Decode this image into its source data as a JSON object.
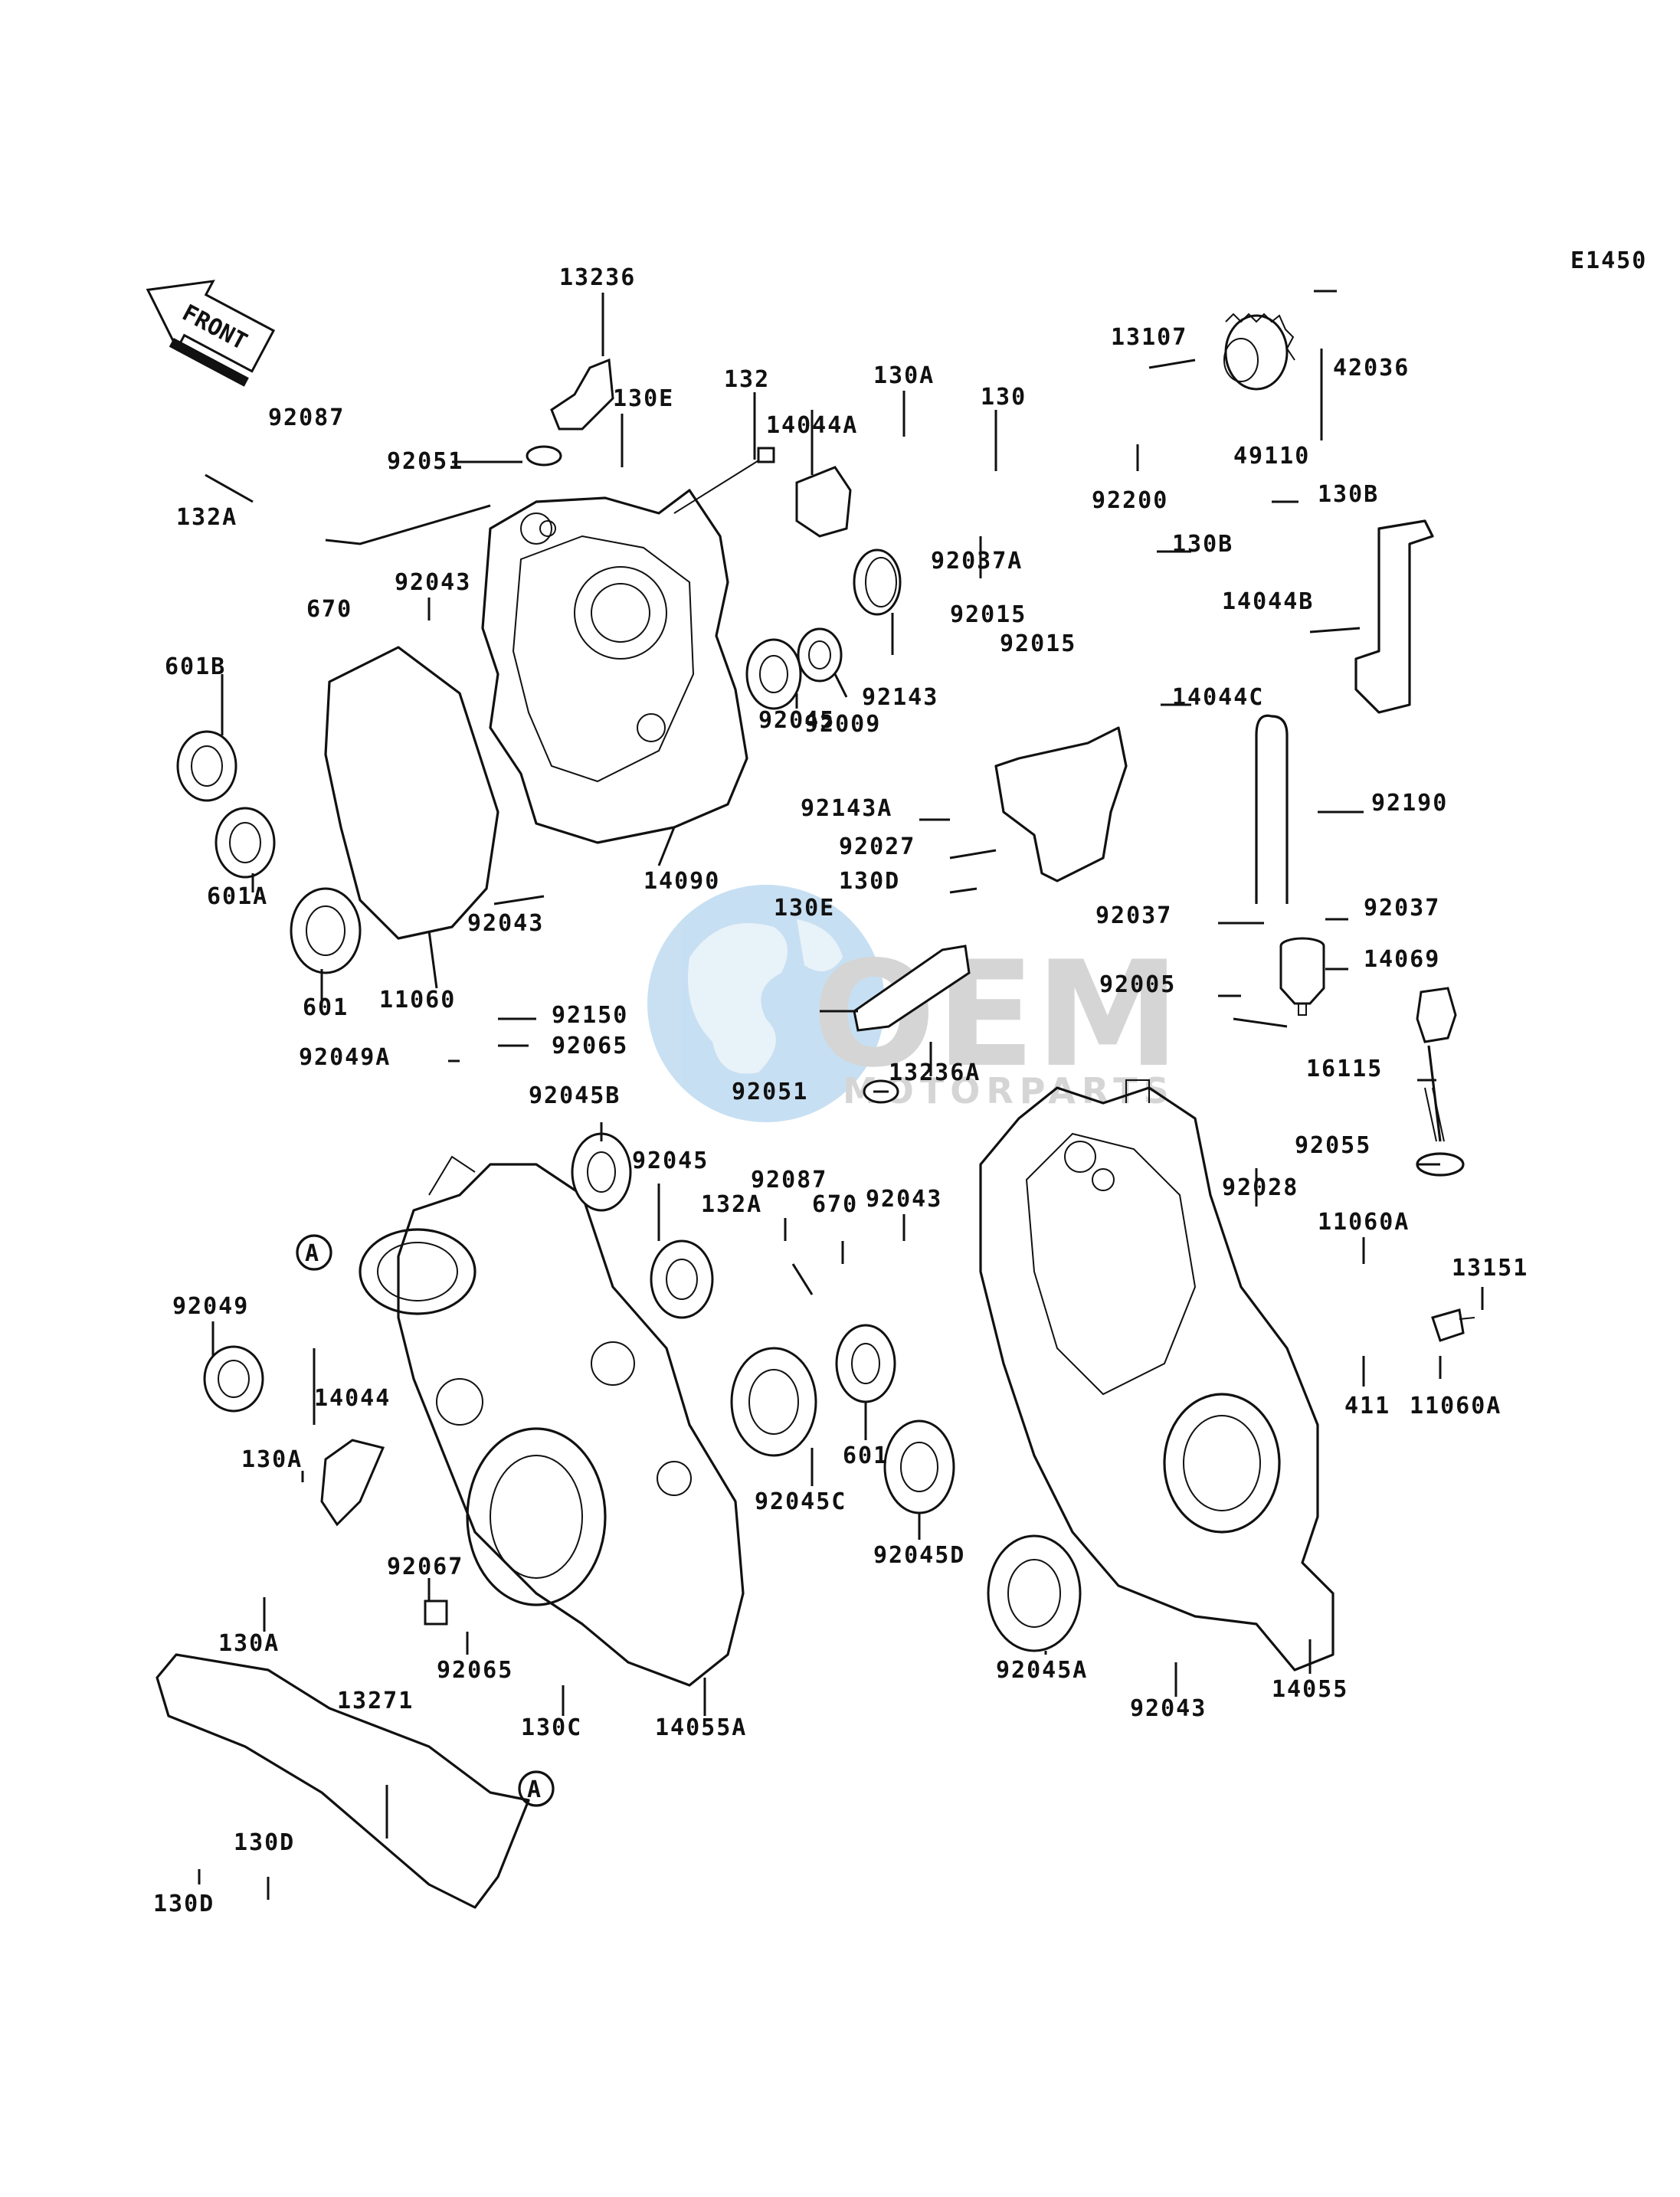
{
  "diagram_code": "E1450",
  "front_label": "FRONT",
  "callout_a": "A",
  "watermark": {
    "brand": "OEM",
    "sub": "MOTORPARTS",
    "color": "#3a8fd1"
  },
  "colors": {
    "ink": "#111111",
    "background": "#ffffff"
  },
  "labels": {
    "l13236": "13236",
    "l92087a": "92087",
    "l92051a": "92051",
    "l130e_a": "130E",
    "l132": "132",
    "l130a_top": "130A",
    "l14044a": "14044A",
    "l130": "130",
    "l132a_a": "132A",
    "l670a": "670",
    "l92043a": "92043",
    "l92037a": "92037A",
    "l601b": "601B",
    "l601a": "601A",
    "l601a_b": "601",
    "l11060": "11060",
    "l92043b": "92043",
    "l14090": "14090",
    "l92045a": "92045",
    "l92009": "92009",
    "l92143": "92143",
    "l92015a": "92015",
    "l92015b": "92015",
    "l13107": "13107",
    "l42036": "42036",
    "l49110": "49110",
    "l92200": "92200",
    "l130b_a": "130B",
    "l130b_b": "130B",
    "l14044b": "14044B",
    "l14044c": "14044C",
    "l92190": "92190",
    "l92143a": "92143A",
    "l92027": "92027",
    "l130d_a": "130D",
    "l92037b": "92037",
    "l92037c": "92037",
    "l14069": "14069",
    "l130e_b": "130E",
    "l92005": "92005",
    "l16115": "16115",
    "l13236a": "13236A",
    "l92051b": "92051",
    "l92150": "92150",
    "l92065a": "92065",
    "l92049a": "92049A",
    "l92045b": "92045B",
    "l92045c": "92045",
    "l92087b": "92087",
    "l132a_b": "132A",
    "l670b": "670",
    "l92043c": "92043",
    "l92028": "92028",
    "l92055": "92055",
    "l11060a_a": "11060A",
    "l13151": "13151",
    "l411": "411",
    "l11060a_b": "11060A",
    "l92049": "92049",
    "l14044": "14044",
    "l130a_b": "130A",
    "l130a_c": "130A",
    "l92067": "92067",
    "l92065b": "92065",
    "l601c": "601",
    "l92045cc": "92045C",
    "l92045d": "92045D",
    "l92045aa": "92045A",
    "l92043d": "92043",
    "l14055": "14055",
    "l130c": "130C",
    "l14055a": "14055A",
    "l13271": "13271",
    "l130d_b": "130D",
    "l130d_c": "130D"
  }
}
